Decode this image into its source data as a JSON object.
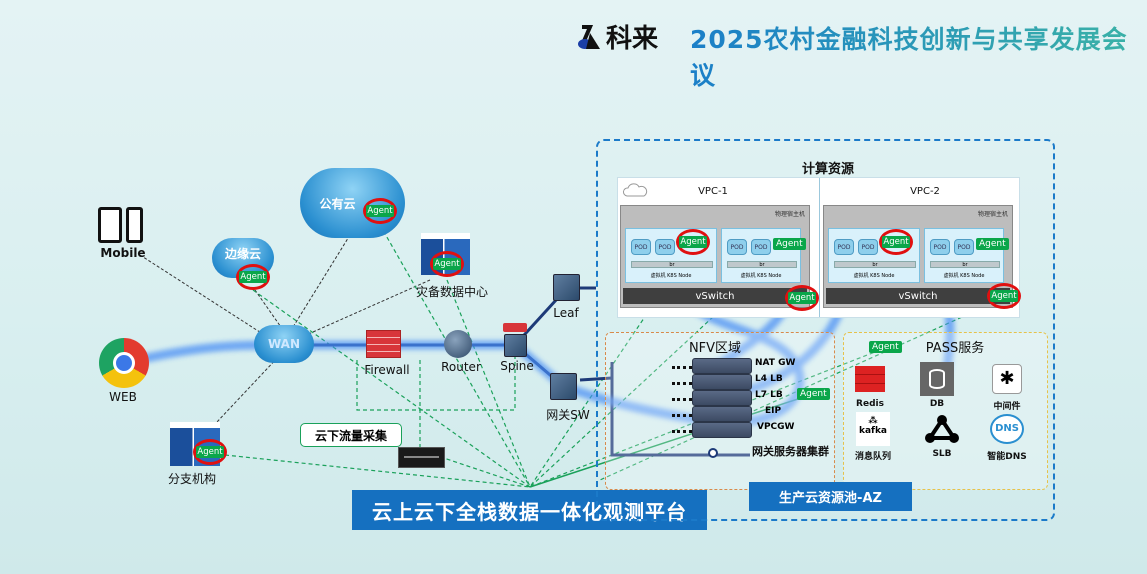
{
  "header": {
    "logo_text": "科来",
    "title": "2025农村金融科技创新与共享发展会议"
  },
  "colors": {
    "accent": "#1570c0",
    "agent_green": "#0aa64a",
    "agent_ring": "#e01010",
    "flow_green": "#1aa15a"
  },
  "agent_label": "Agent",
  "nodes": {
    "mobile": "Mobile",
    "edge_cloud": "边缘云",
    "public_cloud": "公有云",
    "dr_center": "灾备数据中心",
    "web": "WEB",
    "wan": "WAN",
    "firewall": "Firewall",
    "router": "Router",
    "spine": "Spine",
    "leaf": "Leaf",
    "gateway_sw": "网关SW",
    "branch": "分支机构",
    "flow_capture": "云下流量采集"
  },
  "platform": "云上云下全栈数据一体化观测平台",
  "cloud_pool": {
    "label": "生产云资源池-AZ",
    "compute": {
      "title": "计算资源",
      "vpcs": [
        {
          "name": "VPC-1",
          "host_label": "物理宿主机",
          "node_label": "虚拟机 K8S Node",
          "pod": "POD",
          "br": "br",
          "vswitch": "vSwitch"
        },
        {
          "name": "VPC-2",
          "host_label": "物理宿主机",
          "node_label": "虚拟机 K8S Node",
          "pod": "POD",
          "br": "br",
          "vswitch": "vSwitch"
        }
      ]
    },
    "nfv": {
      "title": "NFV区域",
      "items": [
        "NAT GW",
        "L4 LB",
        "L7 LB",
        "EIP",
        "VPCGW"
      ],
      "cluster": "网关服务器集群"
    },
    "pass": {
      "title": "PASS服务",
      "services": [
        "Redis",
        "DB",
        "中间件",
        "消息队列",
        "SLB",
        "智能DNS"
      ],
      "kafka_text": "kafka",
      "dns_text": "DNS"
    }
  }
}
